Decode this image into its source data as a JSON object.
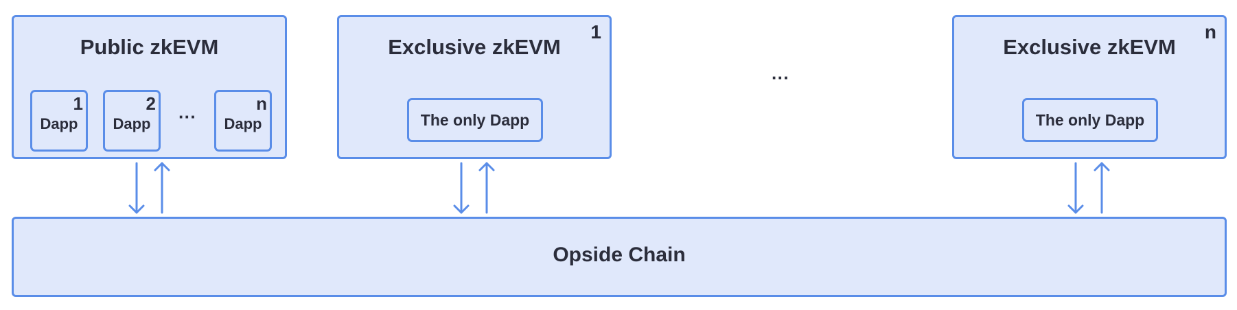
{
  "public_zkevm": {
    "title": "Public zkEVM",
    "dapps": [
      {
        "number": "1",
        "label": "Dapp"
      },
      {
        "number": "2",
        "label": "Dapp"
      },
      {
        "number": "n",
        "label": "Dapp"
      }
    ],
    "ellipsis": "···"
  },
  "exclusive_zkevms": [
    {
      "title": "Exclusive zkEVM",
      "number": "1",
      "dapp_label": "The only Dapp"
    },
    {
      "title": "Exclusive zkEVM",
      "number": "n",
      "dapp_label": "The only Dapp"
    }
  ],
  "middle_ellipsis": "···",
  "chain": {
    "label": "Opside Chain"
  },
  "colors": {
    "fill": "#e0e8fb",
    "stroke": "#5a8de8",
    "text": "#2b2d3b"
  }
}
